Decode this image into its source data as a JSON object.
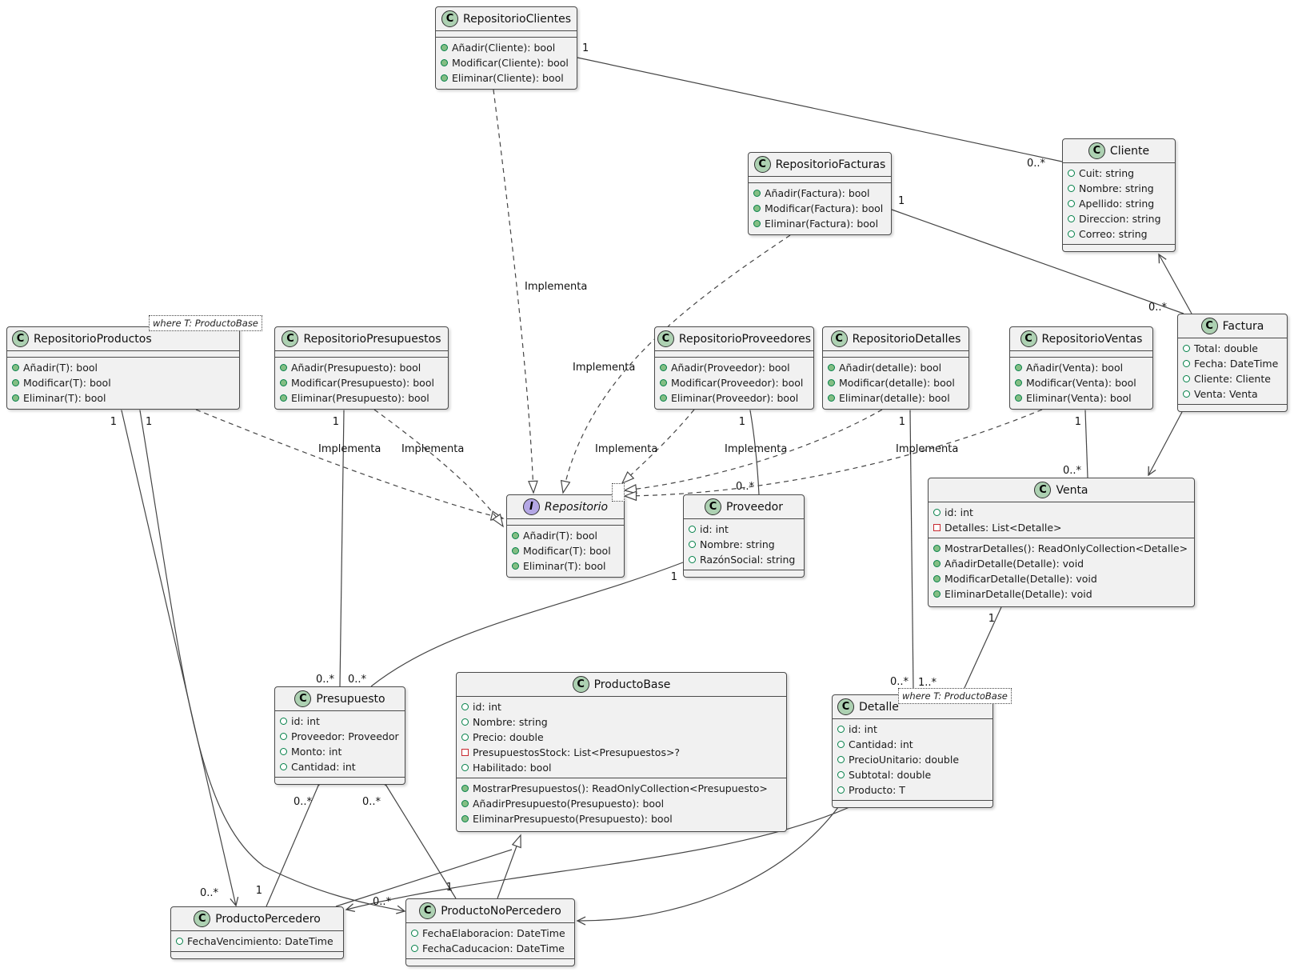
{
  "diagram": {
    "icons": {
      "class_letter": "C",
      "interface_letter": "I"
    },
    "notes": {
      "productos": "where T: ProductoBase",
      "detalle": "where T: ProductoBase"
    },
    "classes": [
      {
        "id": "repositorio-clientes",
        "kind": "class",
        "name": "RepositorioClientes",
        "attributes": [],
        "methods": [
          "Añadir(Cliente): bool",
          "Modificar(Cliente): bool",
          "Eliminar(Cliente): bool"
        ]
      },
      {
        "id": "cliente",
        "kind": "class",
        "name": "Cliente",
        "attributes": [
          "Cuit: string",
          "Nombre: string",
          "Apellido: string",
          "Direccion: string",
          "Correo: string"
        ],
        "methods": []
      },
      {
        "id": "repositorio-facturas",
        "kind": "class",
        "name": "RepositorioFacturas",
        "attributes": [],
        "methods": [
          "Añadir(Factura): bool",
          "Modificar(Factura): bool",
          "Eliminar(Factura): bool"
        ]
      },
      {
        "id": "repositorio-productos",
        "kind": "class",
        "name": "RepositorioProductos",
        "attributes": [],
        "methods": [
          "Añadir(T): bool",
          "Modificar(T): bool",
          "Eliminar(T): bool"
        ]
      },
      {
        "id": "repositorio-presupuestos",
        "kind": "class",
        "name": "RepositorioPresupuestos",
        "attributes": [],
        "methods": [
          "Añadir(Presupuesto): bool",
          "Modificar(Presupuesto): bool",
          "Eliminar(Presupuesto): bool"
        ]
      },
      {
        "id": "repositorio-proveedores",
        "kind": "class",
        "name": "RepositorioProveedores",
        "attributes": [],
        "methods": [
          "Añadir(Proveedor): bool",
          "Modificar(Proveedor): bool",
          "Eliminar(Proveedor): bool"
        ]
      },
      {
        "id": "repositorio-detalles",
        "kind": "class",
        "name": "RepositorioDetalles",
        "attributes": [],
        "methods": [
          "Añadir(detalle): bool",
          "Modificar(detalle): bool",
          "Eliminar(detalle): bool"
        ]
      },
      {
        "id": "repositorio-ventas",
        "kind": "class",
        "name": "RepositorioVentas",
        "attributes": [],
        "methods": [
          "Añadir(Venta): bool",
          "Modificar(Venta): bool",
          "Eliminar(Venta): bool"
        ]
      },
      {
        "id": "factura",
        "kind": "class",
        "name": "Factura",
        "attributes": [
          "Total: double",
          "Fecha: DateTime",
          "Cliente: Cliente",
          "Venta: Venta"
        ],
        "methods": []
      },
      {
        "id": "repositorio",
        "kind": "interface",
        "name": "Repositorio",
        "attributes": [],
        "methods": [
          "Añadir(T): bool",
          "Modificar(T): bool",
          "Eliminar(T): bool"
        ]
      },
      {
        "id": "proveedor",
        "kind": "class",
        "name": "Proveedor",
        "attributes": [
          "id: int",
          "Nombre: string",
          "RazónSocial: string"
        ],
        "methods": []
      },
      {
        "id": "venta",
        "kind": "class",
        "name": "Venta",
        "attributes": [
          "id: int",
          "Detalles: List<Detalle>"
        ],
        "methods": [
          "MostrarDetalles(): ReadOnlyCollection<Detalle>",
          "AñadirDetalle(Detalle): void",
          "ModificarDetalle(Detalle): void",
          "EliminarDetalle(Detalle): void"
        ]
      },
      {
        "id": "presupuesto",
        "kind": "class",
        "name": "Presupuesto",
        "attributes": [
          "id: int",
          "Proveedor: Proveedor",
          "Monto: int",
          "Cantidad: int"
        ],
        "methods": []
      },
      {
        "id": "producto-base",
        "kind": "class",
        "name": "ProductoBase",
        "attributes": [
          "id: int",
          "Nombre: string",
          "Precio: double",
          "PresupuestosStock: List<Presupuestos>?",
          "Habilitado: bool"
        ],
        "methods": [
          "MostrarPresupuestos(): ReadOnlyCollection<Presupuesto>",
          "AñadirPresupuesto(Presupuesto): bool",
          "EliminarPresupuesto(Presupuesto): bool"
        ]
      },
      {
        "id": "detalle",
        "kind": "class",
        "name": "Detalle",
        "attributes": [
          "id: int",
          "Cantidad: int",
          "PrecioUnitario: double",
          "Subtotal: double",
          "Producto: T"
        ],
        "methods": []
      },
      {
        "id": "producto-percedero",
        "kind": "class",
        "name": "ProductoPercedero",
        "attributes": [
          "FechaVencimiento: DateTime"
        ],
        "methods": []
      },
      {
        "id": "producto-no-percedero",
        "kind": "class",
        "name": "ProductoNoPercedero",
        "attributes": [
          "FechaElaboracion: DateTime",
          "FechaCaducacion: DateTime"
        ],
        "methods": []
      }
    ],
    "edges": [
      {
        "name": "repositorio-clientes-to-cliente",
        "type": "composition",
        "source": "RepositorioClientes",
        "target": "Cliente",
        "source_mult": "1",
        "target_mult": "0..*"
      },
      {
        "name": "repositorio-facturas-to-factura",
        "type": "composition",
        "source": "RepositorioFacturas",
        "target": "Factura",
        "source_mult": "1",
        "target_mult": "0..*"
      },
      {
        "name": "repositorio-ventas-to-venta",
        "type": "composition",
        "source": "RepositorioVentas",
        "target": "Venta",
        "source_mult": "1",
        "target_mult": "0..*"
      },
      {
        "name": "repositorio-proveedores-to-proveedor",
        "type": "composition",
        "source": "RepositorioProveedores",
        "target": "Proveedor",
        "source_mult": "1",
        "target_mult": "0..*"
      },
      {
        "name": "repositorio-detalles-to-detalle",
        "type": "composition",
        "source": "RepositorioDetalles",
        "target": "Detalle",
        "source_mult": "1",
        "target_mult": "0..*"
      },
      {
        "name": "repositorio-presupuestos-to-presupuesto",
        "type": "composition",
        "source": "RepositorioPresupuestos",
        "target": "Presupuesto",
        "source_mult": "1",
        "target_mult": "0..*"
      },
      {
        "name": "proveedor-to-presupuesto",
        "type": "composition",
        "source": "Proveedor",
        "target": "Presupuesto",
        "source_mult": "1",
        "target_mult": "0..*"
      },
      {
        "name": "repositorio-productos-to-producto-percedero",
        "type": "composition",
        "source": "RepositorioProductos",
        "target": "ProductoPercedero",
        "source_mult": "1",
        "target_mult": "0..*"
      },
      {
        "name": "repositorio-productos-to-producto-no-percedero",
        "type": "composition",
        "source": "RepositorioProductos",
        "target": "ProductoNoPercedero",
        "source_mult": "1",
        "target_mult": "0..*"
      },
      {
        "name": "presupuesto-to-producto-percedero",
        "type": "aggregation",
        "source": "Presupuesto",
        "target": "ProductoPercedero",
        "source_mult": "0..*",
        "target_mult": "1"
      },
      {
        "name": "presupuesto-to-producto-no-percedero",
        "type": "aggregation",
        "source": "Presupuesto",
        "target": "ProductoNoPercedero",
        "source_mult": "0..*",
        "target_mult": "1"
      },
      {
        "name": "venta-to-detalle",
        "type": "composition",
        "source": "Venta",
        "target": "Detalle",
        "source_mult": "1",
        "target_mult": "1..*"
      },
      {
        "name": "factura-to-cliente",
        "type": "association",
        "source": "Factura",
        "target": "Cliente"
      },
      {
        "name": "factura-to-venta",
        "type": "association",
        "source": "Factura",
        "target": "Venta"
      },
      {
        "name": "detalle-to-producto-percedero",
        "type": "association",
        "source": "Detalle",
        "target": "ProductoPercedero"
      },
      {
        "name": "detalle-to-producto-no-percedero",
        "type": "association",
        "source": "Detalle",
        "target": "ProductoNoPercedero"
      },
      {
        "name": "producto-percedero-to-producto-base",
        "type": "generalization",
        "source": "ProductoPercedero",
        "target": "ProductoBase"
      },
      {
        "name": "producto-no-percedero-to-producto-base",
        "type": "generalization",
        "source": "ProductoNoPercedero",
        "target": "ProductoBase"
      },
      {
        "name": "repositorio-clientes-implements",
        "type": "realization",
        "source": "RepositorioClientes",
        "target": "Repositorio",
        "label": "Implementa"
      },
      {
        "name": "repositorio-facturas-implements",
        "type": "realization",
        "source": "RepositorioFacturas",
        "target": "Repositorio",
        "label": "Implementa"
      },
      {
        "name": "repositorio-productos-implements",
        "type": "realization",
        "source": "RepositorioProductos",
        "target": "Repositorio",
        "label": "Implementa"
      },
      {
        "name": "repositorio-presupuestos-implements",
        "type": "realization",
        "source": "RepositorioPresupuestos",
        "target": "Repositorio",
        "label": "Implementa"
      },
      {
        "name": "repositorio-proveedores-implements",
        "type": "realization",
        "source": "RepositorioProveedores",
        "target": "Repositorio",
        "label": "Implementa"
      },
      {
        "name": "repositorio-detalles-implements",
        "type": "realization",
        "source": "RepositorioDetalles",
        "target": "Repositorio",
        "label": "Implementa"
      },
      {
        "name": "repositorio-ventas-implements",
        "type": "realization",
        "source": "RepositorioVentas",
        "target": "Repositorio",
        "label": "Implementa"
      }
    ]
  },
  "colors": {
    "background": "#FFFFFF",
    "box_fill": "#F1F1F1",
    "box_border": "#4A4A4A",
    "class_icon_bg": "#ADD1B2",
    "interface_icon_bg": "#B4A7E5",
    "method_icon": "#84BE84",
    "field_icon_border": "#038048",
    "private_field_icon_border": "#C82930",
    "edge": "#454545"
  }
}
